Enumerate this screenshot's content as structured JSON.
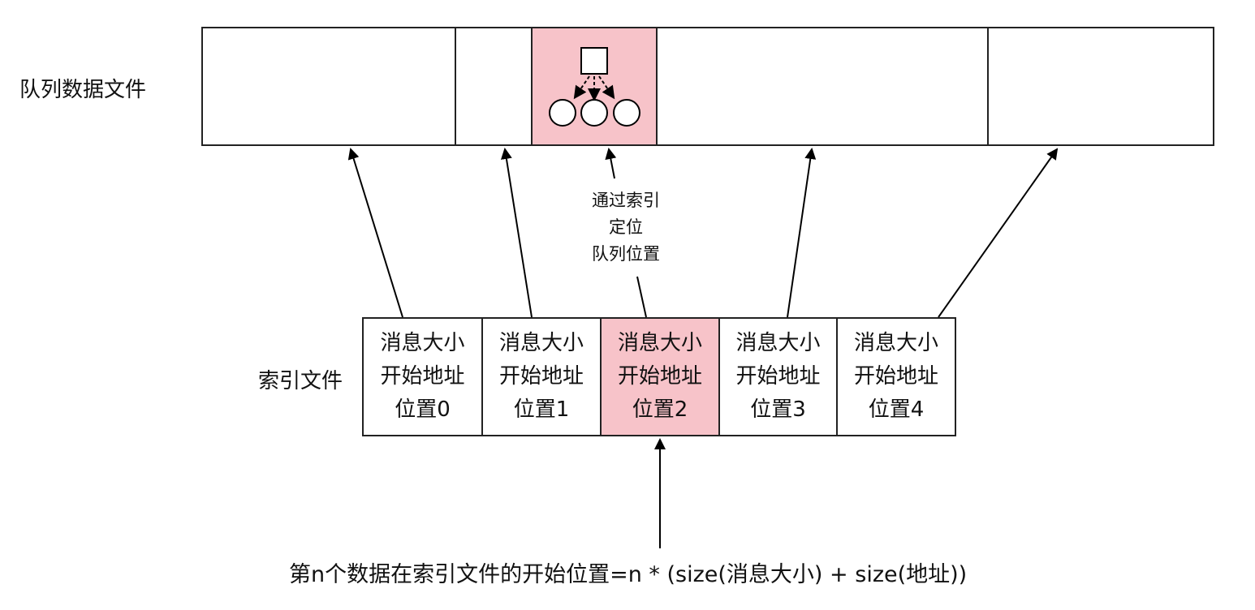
{
  "queue_file": {
    "label": "队列数据文件",
    "segment_count": 5,
    "highlighted_segment": 2
  },
  "index_file": {
    "label": "索引文件",
    "entries": [
      {
        "line1": "消息大小",
        "line2": "开始地址",
        "line3": "位置0"
      },
      {
        "line1": "消息大小",
        "line2": "开始地址",
        "line3": "位置1"
      },
      {
        "line1": "消息大小",
        "line2": "开始地址",
        "line3": "位置2"
      },
      {
        "line1": "消息大小",
        "line2": "开始地址",
        "line3": "位置3"
      },
      {
        "line1": "消息大小",
        "line2": "开始地址",
        "line3": "位置4"
      }
    ],
    "highlighted_entry": 2
  },
  "annotation": {
    "line1": "通过索引",
    "line2": "定位",
    "line3": "队列位置"
  },
  "formula": "第n个数据在索引文件的开始位置=n * (size(消息大小) + size(地址))",
  "colors": {
    "highlight": "#f7c3c9",
    "stroke": "#222222"
  }
}
